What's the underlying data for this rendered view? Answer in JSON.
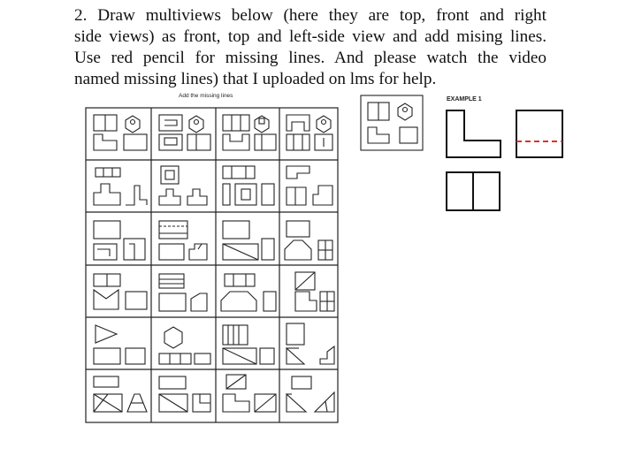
{
  "instructions": {
    "line1": "2. Draw multiviews below (here they are top, front and right",
    "line2": "side views) as front, top and left-side view and add mising lines.",
    "line3": "Use red pencil for missing lines. And please watch the video",
    "line4": "named missing lines) that I uploaded on lms for help."
  },
  "worksheet": {
    "caption": "Add the missing lines",
    "rows": 6,
    "cols": 4
  },
  "example": {
    "label": "EXAMPLE 1",
    "missing_line_color": "#e0302a"
  }
}
